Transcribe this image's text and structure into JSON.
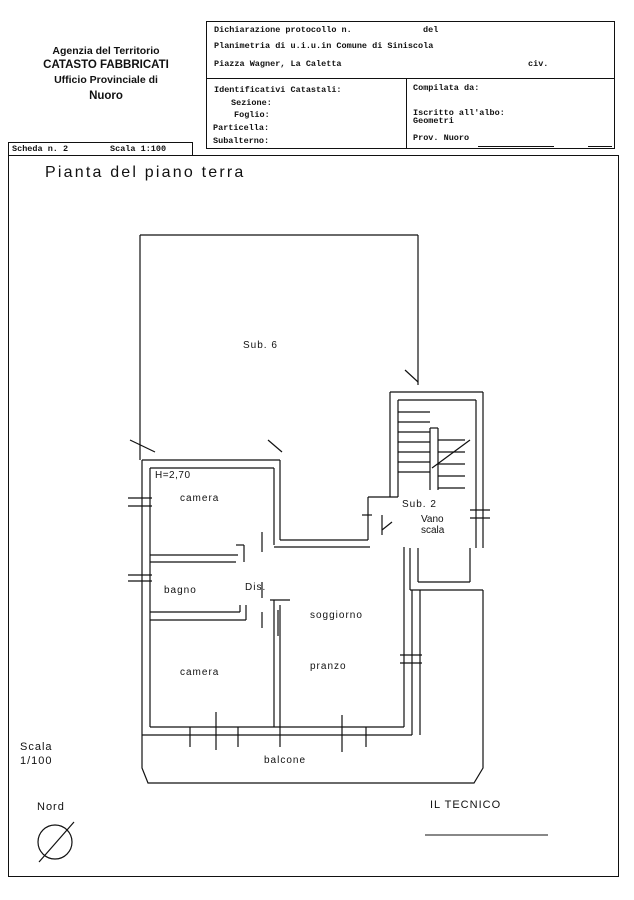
{
  "header": {
    "agency_line1": "Agenzia del Territorio",
    "agency_line2": "CATASTO FABBRICATI",
    "agency_line3": "Ufficio Provinciale di",
    "agency_line4": "Nuoro",
    "dichiarazione": "Dichiarazione protocollo n.",
    "del": "del",
    "planimetria": "Planimetria di u.i.u.in Comune di Siniscola",
    "indirizzo": "Piazza Wagner, La Caletta",
    "civ": "civ.",
    "identificativi": "Identificativi Catastali:",
    "sezione": "Sezione:",
    "foglio": "Foglio:",
    "particella": "Particella:",
    "subalterno": "Subalterno:",
    "compilata": "Compilata da:",
    "iscritto": "Iscritto all'albo:",
    "geometri": "Geometri",
    "prov": "Prov. Nuoro",
    "scheda": "Scheda n. 2",
    "scala_header": "Scala 1:100"
  },
  "plan": {
    "title": "Pianta del piano terra",
    "sub6": "Sub. 6",
    "height": "H=2,70",
    "camera_top": "camera",
    "sub2": "Sub. 2",
    "vano": "Vano",
    "scala_room": "scala",
    "bagno": "bagno",
    "dis": "Dis.",
    "soggiorno": "soggiorno",
    "pranzo": "pranzo",
    "camera_bottom": "camera",
    "balcone": "balcone",
    "scala_label": "Scala",
    "scala_value": "1/100",
    "nord": "Nord",
    "tecnico": "IL TECNICO"
  }
}
